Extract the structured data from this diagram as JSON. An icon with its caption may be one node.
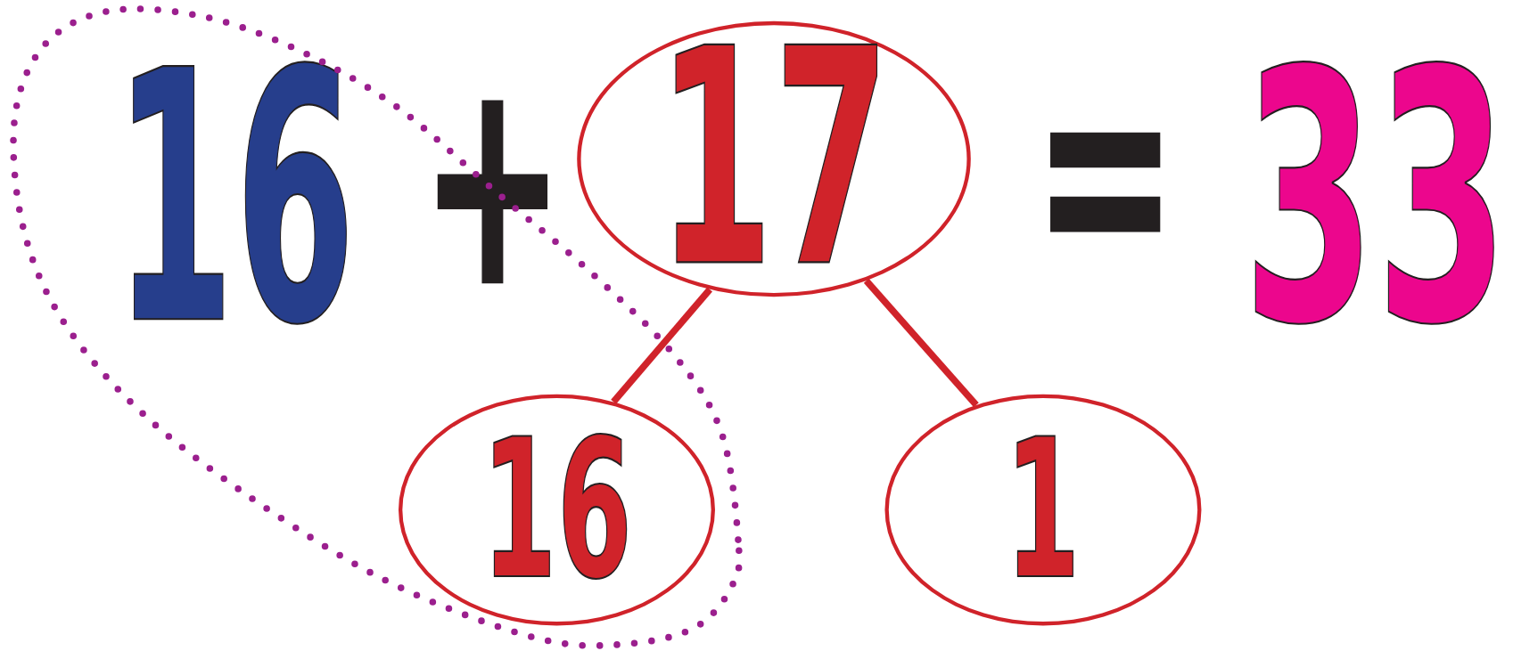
{
  "diagram": {
    "nodes": [
      {
        "text": [
          "17"
        ]
      },
      {
        "text": [
          "16"
        ]
      },
      {
        "text": [
          "1"
        ]
      }
    ],
    "edges": [
      {
        "from": 0,
        "to": 1,
        "arrow": "none"
      },
      {
        "from": 0,
        "to": 2,
        "arrow": "none"
      }
    ],
    "labels": [
      "16",
      "+",
      "=",
      "33"
    ]
  }
}
